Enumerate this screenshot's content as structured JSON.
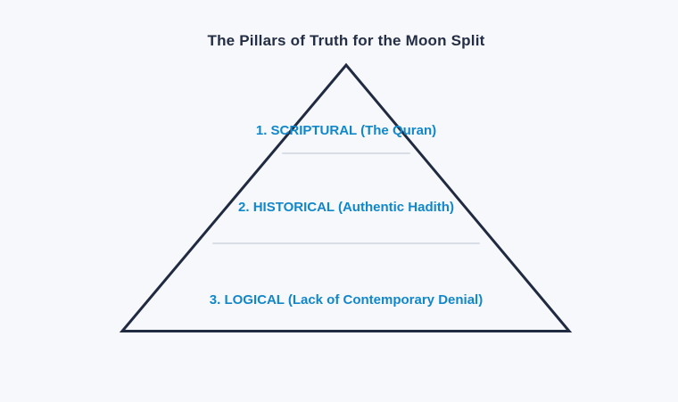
{
  "diagram": {
    "title": "The Pillars of Truth for the Moon Split",
    "tiers": [
      "1. SCRIPTURAL (The Quran)",
      "2. HISTORICAL (Authentic Hadith)",
      "3. LOGICAL (Lack of Contemporary Denial)"
    ],
    "colors": {
      "background": "#f7f8fc",
      "pyramid_outline": "#202a40",
      "title_text": "#242e45",
      "tier_text": "#1187ca",
      "tier_divider": "#d8dde6"
    }
  }
}
